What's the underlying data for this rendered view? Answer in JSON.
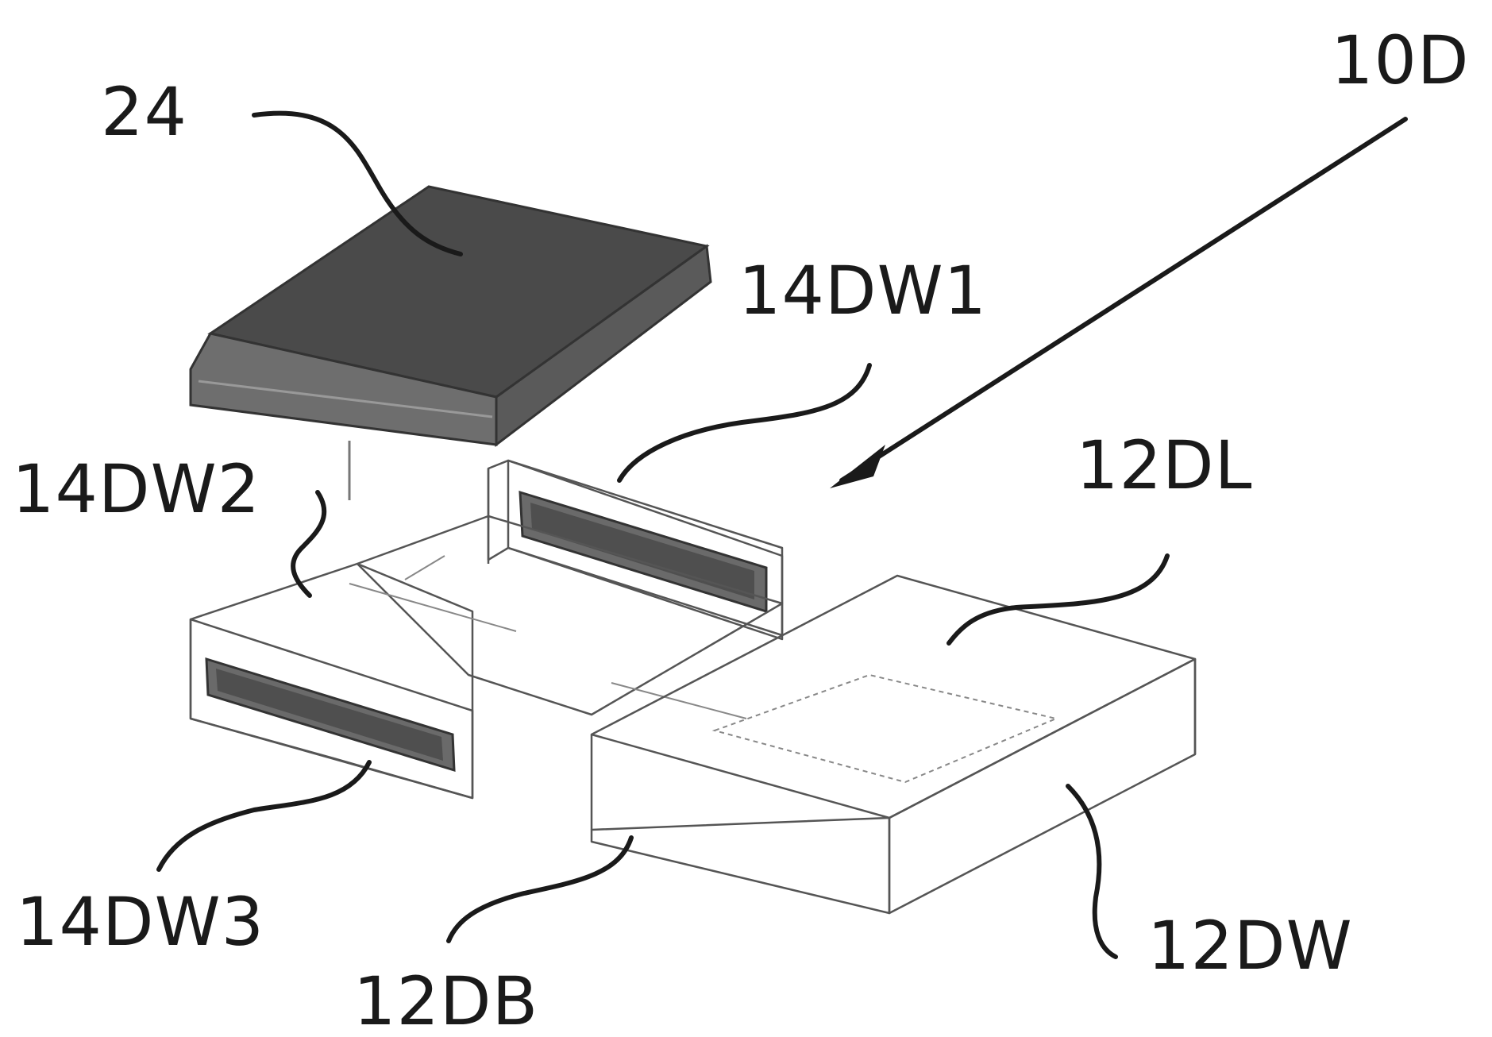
{
  "figure": {
    "labels": {
      "assembly": "10D",
      "cover": "24",
      "wall_1": "14DW1",
      "wall_2": "14DW2",
      "wall_3": "14DW3",
      "lid_tray": "12DL",
      "side_wall": "12DW",
      "base": "12DB"
    },
    "colors": {
      "ink": "#1a1a1a",
      "cover_fill": "#4a4a4a",
      "cover_side": "#6e6e6e",
      "slot_fill": "#5a5a5a",
      "outline": "#555555"
    }
  }
}
